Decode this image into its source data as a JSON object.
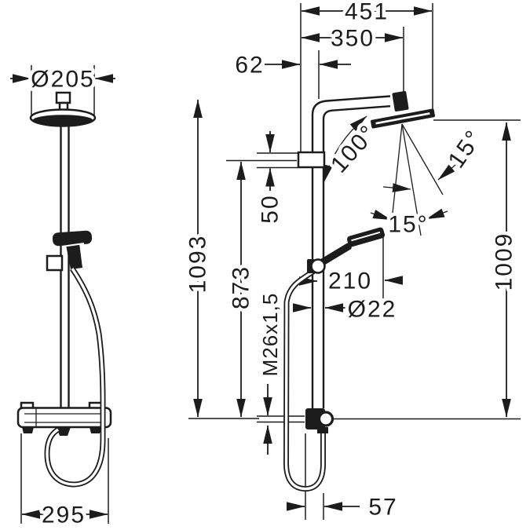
{
  "diagram": {
    "type": "technical-dimension-drawing",
    "subject": "Shower pipe system — front and side elevations with installation dimensions",
    "units": "mm",
    "line_color": "#1c1c1c",
    "background_color": "#ffffff",
    "dimensions": {
      "overhead_diameter": "Ø205",
      "valve_bar_width": "295",
      "top_overall_width": "451",
      "arm_projection": "350",
      "wall_to_pipe": "62",
      "overall_height": "1093",
      "riser_height": "873",
      "slider_block_height": "50",
      "hose_thread": "M26x1,5",
      "head_to_valve_height": "1009",
      "handshower_projection": "210",
      "pipe_diameter": "Ø22",
      "hose_loop_offset": "57"
    },
    "angles": {
      "arm_swivel": "100°",
      "head_spray_cone": "15°",
      "head_tilt": "15°"
    }
  }
}
